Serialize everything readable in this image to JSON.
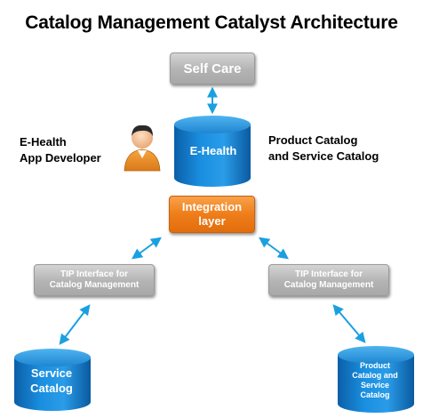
{
  "title": "Catalog Management Catalyst Architecture",
  "self_care": {
    "label": "Self Care"
  },
  "ehealth": {
    "label": "E-Health"
  },
  "app_developer": {
    "line1": "E-Health",
    "line2": "App Developer"
  },
  "product_catalog_label": {
    "line1": "Product Catalog",
    "line2": "and Service Catalog"
  },
  "integration": {
    "line1": "Integration",
    "line2": "layer"
  },
  "tip_left": {
    "line1": "TIP Interface for",
    "line2": "Catalog Management"
  },
  "tip_right": {
    "line1": "TIP Interface for",
    "line2": "Catalog Management"
  },
  "service_catalog": {
    "line1": "Service",
    "line2": "Catalog"
  },
  "product_catalog_db": {
    "line1": "Product",
    "line2": "Catalog and",
    "line3": "Service",
    "line4": "Catalog"
  },
  "colors": {
    "cylinder_blue": "#1588d8",
    "integration_orange": "#ef7d1a",
    "box_gray": "#b3b3b3",
    "arrow_blue": "#1aa0e0"
  },
  "icons": {
    "developer": "person-avatar-icon"
  }
}
